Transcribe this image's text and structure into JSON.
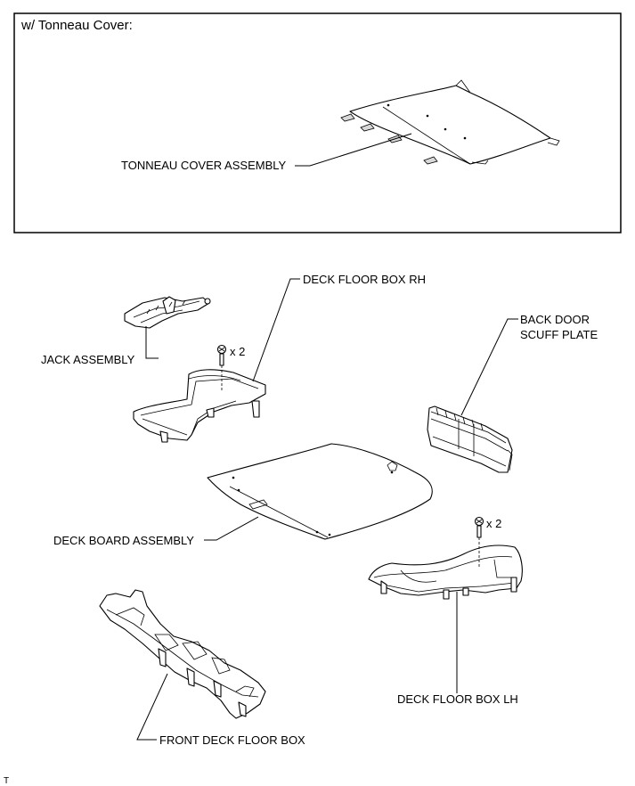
{
  "box_title": "w/ Tonneau Cover:",
  "labels": {
    "tonneau": "TONNEAU COVER ASSEMBLY",
    "deck_floor_rh": "DECK FLOOR BOX RH",
    "jack": "JACK ASSEMBLY",
    "qty_rh": "x 2",
    "back_door_1": "BACK DOOR",
    "back_door_2": "SCUFF PLATE",
    "deck_board": "DECK BOARD ASSEMBLY",
    "qty_lh": "x 2",
    "deck_floor_lh": "DECK FLOOR BOX LH",
    "front_deck": "FRONT DECK FLOOR BOX"
  },
  "corner_mark": "T"
}
